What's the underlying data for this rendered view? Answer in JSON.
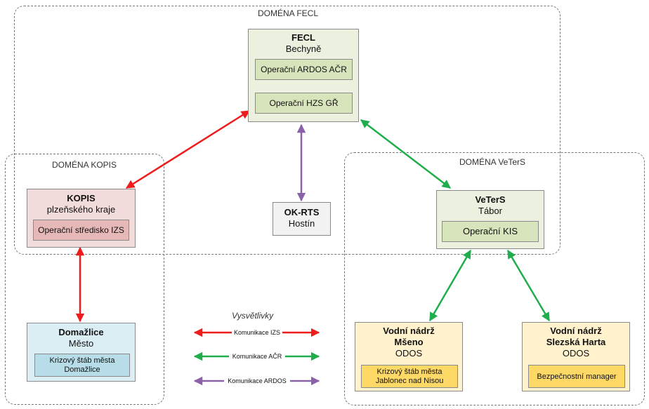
{
  "domains": {
    "fecl": "DOMÉNA FECL",
    "kopis": "DOMÉNA KOPIS",
    "veters": "DOMÉNA VeTerS"
  },
  "nodes": {
    "fecl": {
      "title": "FECL",
      "subtitle": "Bechyně",
      "inner1": "Operační ARDOS AČR",
      "inner2": "Operační HZS GŘ"
    },
    "kopis": {
      "title": "KOPIS",
      "subtitle": "plzeňského kraje",
      "inner": "Operační středisko IZS"
    },
    "okrts": {
      "title": "OK-RTS",
      "subtitle": "Hostín"
    },
    "veters": {
      "title": "VeTerS",
      "subtitle": "Tábor",
      "inner": "Operační KIS"
    },
    "domazlice": {
      "title": "Domažlice",
      "subtitle": "Město",
      "inner_line1": "Krizový štáb města",
      "inner_line2": "Domažlice"
    },
    "mseno": {
      "title_line1": "Vodní nádrž",
      "title_line2": "Mšeno",
      "subtitle": "ODOS",
      "inner_line1": "Krizový štáb města",
      "inner_line2": "Jablonec nad Nisou"
    },
    "slezska": {
      "title_line1": "Vodní nádrž",
      "title_line2": "Slezská Harta",
      "subtitle": "ODOS",
      "inner": "Bezpečnostní manager"
    }
  },
  "legend": {
    "title": "Vysvětlivky",
    "items": [
      {
        "label": "Komunikace IZS",
        "color": "#ee1c1c"
      },
      {
        "label": "Komunikace AČR",
        "color": "#1fae4b"
      },
      {
        "label": "Komunikace ARDOS",
        "color": "#8b62a8"
      }
    ]
  },
  "colors": {
    "izs": "#ee1c1c",
    "acr": "#1fae4b",
    "ardos": "#8b62a8",
    "fecl_fill": "#ebf1de",
    "fecl_inner": "#d7e4bc",
    "kopis_fill": "#f2dcdb",
    "kopis_inner": "#e6b9b8",
    "okrts_fill": "#f2f2f2",
    "domazlice_fill": "#dbeef4",
    "domazlice_inner": "#b7dde8",
    "odos_fill": "#fff2cc",
    "odos_inner": "#ffd966"
  }
}
